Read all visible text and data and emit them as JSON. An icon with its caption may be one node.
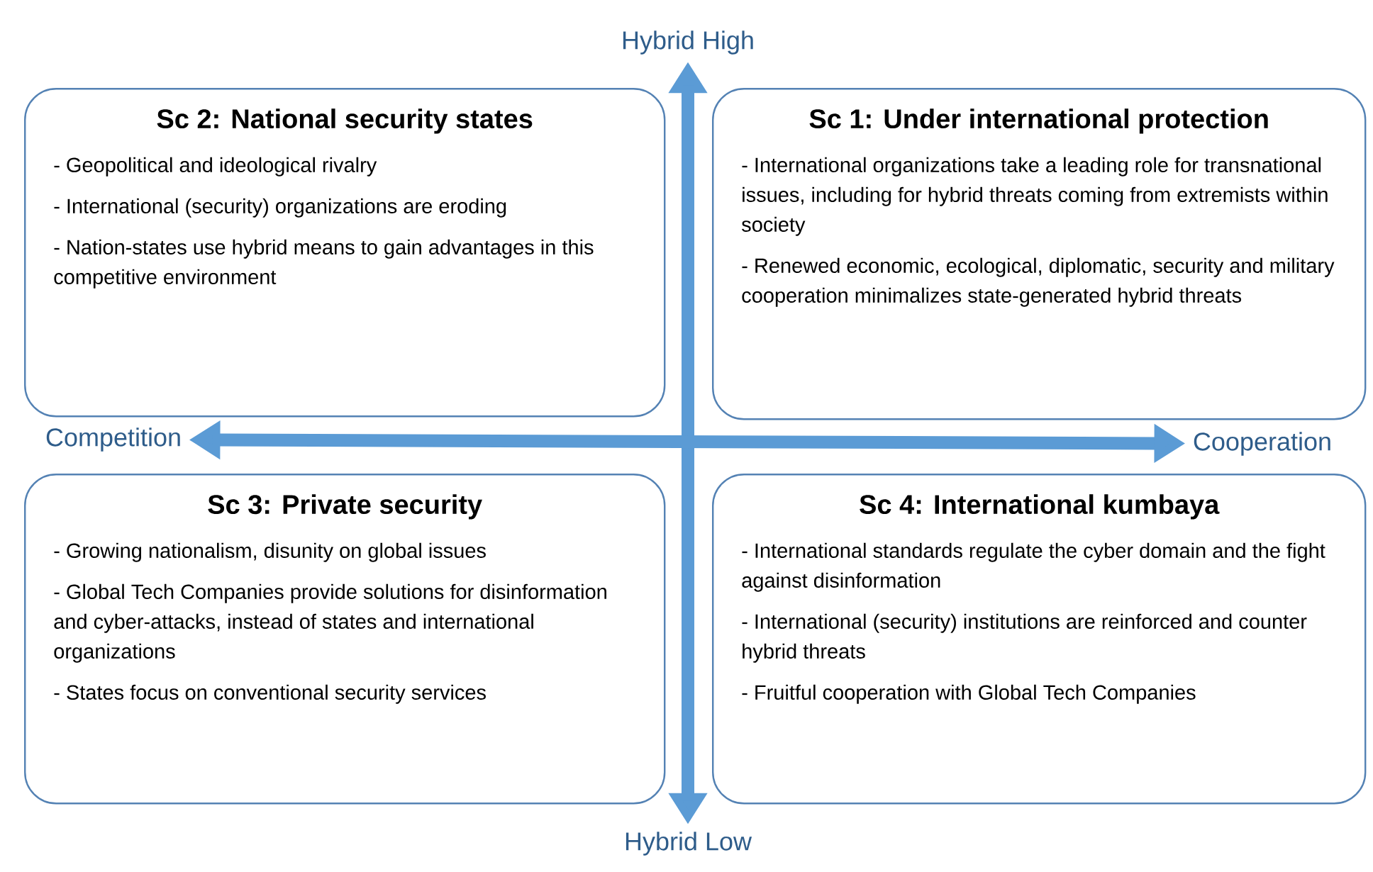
{
  "diagram": {
    "nodes": [
      {
        "text": [
          "Hybrid High"
        ]
      },
      {
        "text": [
          "Sc 2: National security states",
          "- Geopolitical and ideological rivalry",
          "- International (security) organizations are eroding",
          "- Nation-states use hybrid means to gain advantages in this competitive environment"
        ]
      },
      {
        "text": [
          "Sc 1: Under international protection",
          "- International organizations take a leading role for transnational issues, including for hybrid threats coming from extremists within society",
          "- Renewed economic, ecological, diplomatic, security and military cooperation minimalizes state-generated hybrid threats"
        ]
      },
      {
        "text": [
          "Competition"
        ]
      },
      {
        "text": [
          "Cooperation"
        ]
      },
      {
        "text": [
          "Sc 3: Private security",
          "- Growing nationalism, disunity on global issues",
          "- Global Tech Companies provide solutions for disinformation and cyber-attacks, instead of states and international organizations",
          "- States focus on conventional security services"
        ]
      },
      {
        "text": [
          "Sc 4: International kumbaya",
          "- International standards regulate the cyber domain and the fight against disinformation",
          "- International (security) institutions are reinforced and counter hybrid threats",
          "- Fruitful cooperation with Global Tech Companies"
        ]
      },
      {
        "text": [
          "Hybrid Low"
        ]
      }
    ],
    "edges": [
      {
        "from": 0,
        "to": 7,
        "arrow": "both"
      },
      {
        "from": 3,
        "to": 4,
        "arrow": "both"
      }
    ]
  }
}
